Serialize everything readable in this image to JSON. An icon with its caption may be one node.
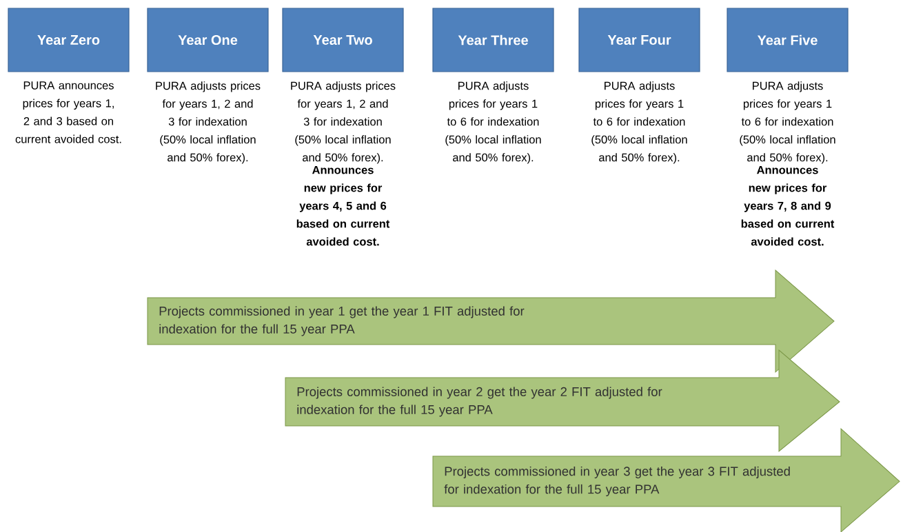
{
  "diagram": {
    "nodes": [
      {
        "text": [
          "Year Zero"
        ],
        "beside": [
          "PURA announces prices for years 1, 2 and 3 based on current avoided cost."
        ]
      },
      {
        "text": [
          "Year One"
        ],
        "beside": [
          "PURA adjusts prices for years 1, 2 and 3 for indexation (50% local inflation and 50% forex)."
        ]
      },
      {
        "text": [
          "Year Two"
        ],
        "beside": [
          "PURA adjusts prices for years 1, 2 and 3 for indexation (50% local inflation and 50% forex).",
          "Announces new prices for years 4, 5 and 6 based on current avoided cost."
        ]
      },
      {
        "text": [
          "Year Three"
        ],
        "beside": [
          "PURA adjusts prices for years 1 to 6 for indexation (50% local inflation and 50% forex)."
        ]
      },
      {
        "text": [
          "Year Four"
        ],
        "beside": [
          "PURA adjusts prices for years 1 to 6 for indexation (50% local inflation and 50% forex)."
        ]
      },
      {
        "text": [
          "Year Five"
        ],
        "beside": [
          "PURA adjusts prices for years 1 to 6 for indexation (50% local inflation and 50% forex).",
          "Announces new prices for years 7, 8 and 9 based on current avoided cost."
        ]
      },
      {
        "text": [
          "Projects commissioned in year 1 get the year 1 FIT adjusted for indexation for the full 15 year PPA"
        ]
      },
      {
        "text": [
          "Projects commissioned in year 2 get the year 2 FIT adjusted for indexation for the full 15 year PPA"
        ]
      },
      {
        "text": [
          "Projects commissioned in year 3 get the year 3 FIT adjusted for indexation for the full 15 year PPA"
        ]
      }
    ]
  }
}
